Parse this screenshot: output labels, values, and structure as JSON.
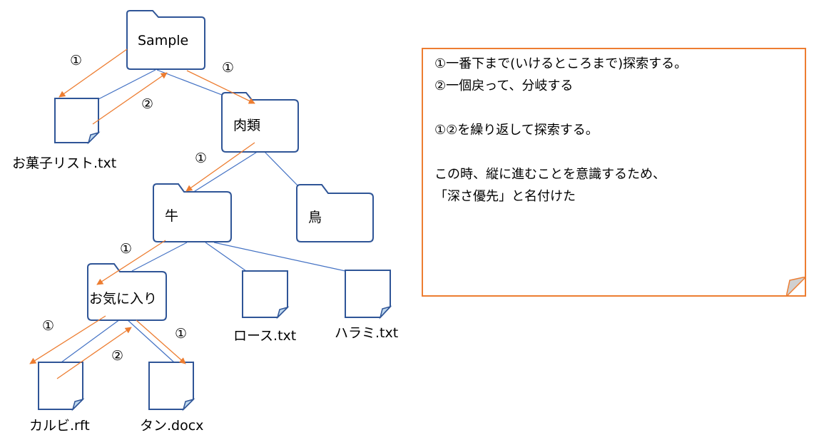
{
  "nodes": {
    "sample": "Sample",
    "meat": "肉類",
    "beef": "牛",
    "bird": "鳥",
    "favorites": "お気に入り",
    "snacks_file": "お菓子リスト.txt",
    "roast_file": "ロース.txt",
    "harami_file": "ハラミ.txt",
    "karubi_file": "カルビ.rft",
    "tan_file": "タン.docx"
  },
  "markers": {
    "step1": "①",
    "step2": "②"
  },
  "note": {
    "line1": "①一番下まで(いけるところまで)探索する。",
    "line2": "②一個戻って、分岐する",
    "line3": "①②を繰り返して探索する。",
    "line4": "この時、縦に進むことを意識するため、",
    "line5": "「深さ優先」と名付けた"
  },
  "colors": {
    "folder_stroke": "#2f5597",
    "tree_line": "#4472c4",
    "arrow": "#ed7d31",
    "fold_fill": "#bdd7ee"
  }
}
